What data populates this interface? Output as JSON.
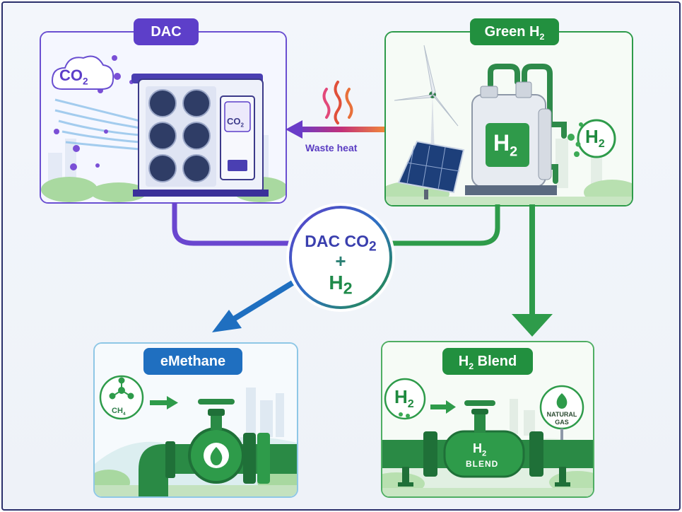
{
  "panels": {
    "dac": {
      "title": "DAC",
      "co2_cloud": "CO",
      "co2_sub": "2",
      "unit_badge": "CO",
      "unit_badge_sub": "2"
    },
    "green_h2": {
      "title": "Green H",
      "title_sub": "2",
      "tank_label": "H",
      "tank_sub": "2",
      "bubble_label": "H",
      "bubble_sub": "2"
    },
    "emethane": {
      "title": "eMethane",
      "molecule_label": "CH",
      "molecule_sub": "4"
    },
    "h2_blend": {
      "title": "H",
      "title_sub": "2",
      "title_rest": " Blend",
      "h2_label": "H",
      "h2_sub": "2",
      "valve_label": "H",
      "valve_sub": "2",
      "valve_label2": "BLEND",
      "natural_gas_1": "NATURAL",
      "natural_gas_2": "GAS"
    }
  },
  "arrows": {
    "waste_heat": "Waste heat"
  },
  "hub": {
    "line1": "DAC CO",
    "line1_sub": "2",
    "plus": "+",
    "line3": "H",
    "line3_sub": "2"
  },
  "colors": {
    "dac": "#5d3fc9",
    "green": "#22903f",
    "blue": "#1f6fc0",
    "heat": "#e03a3a",
    "frame": "#2a2f6b"
  }
}
